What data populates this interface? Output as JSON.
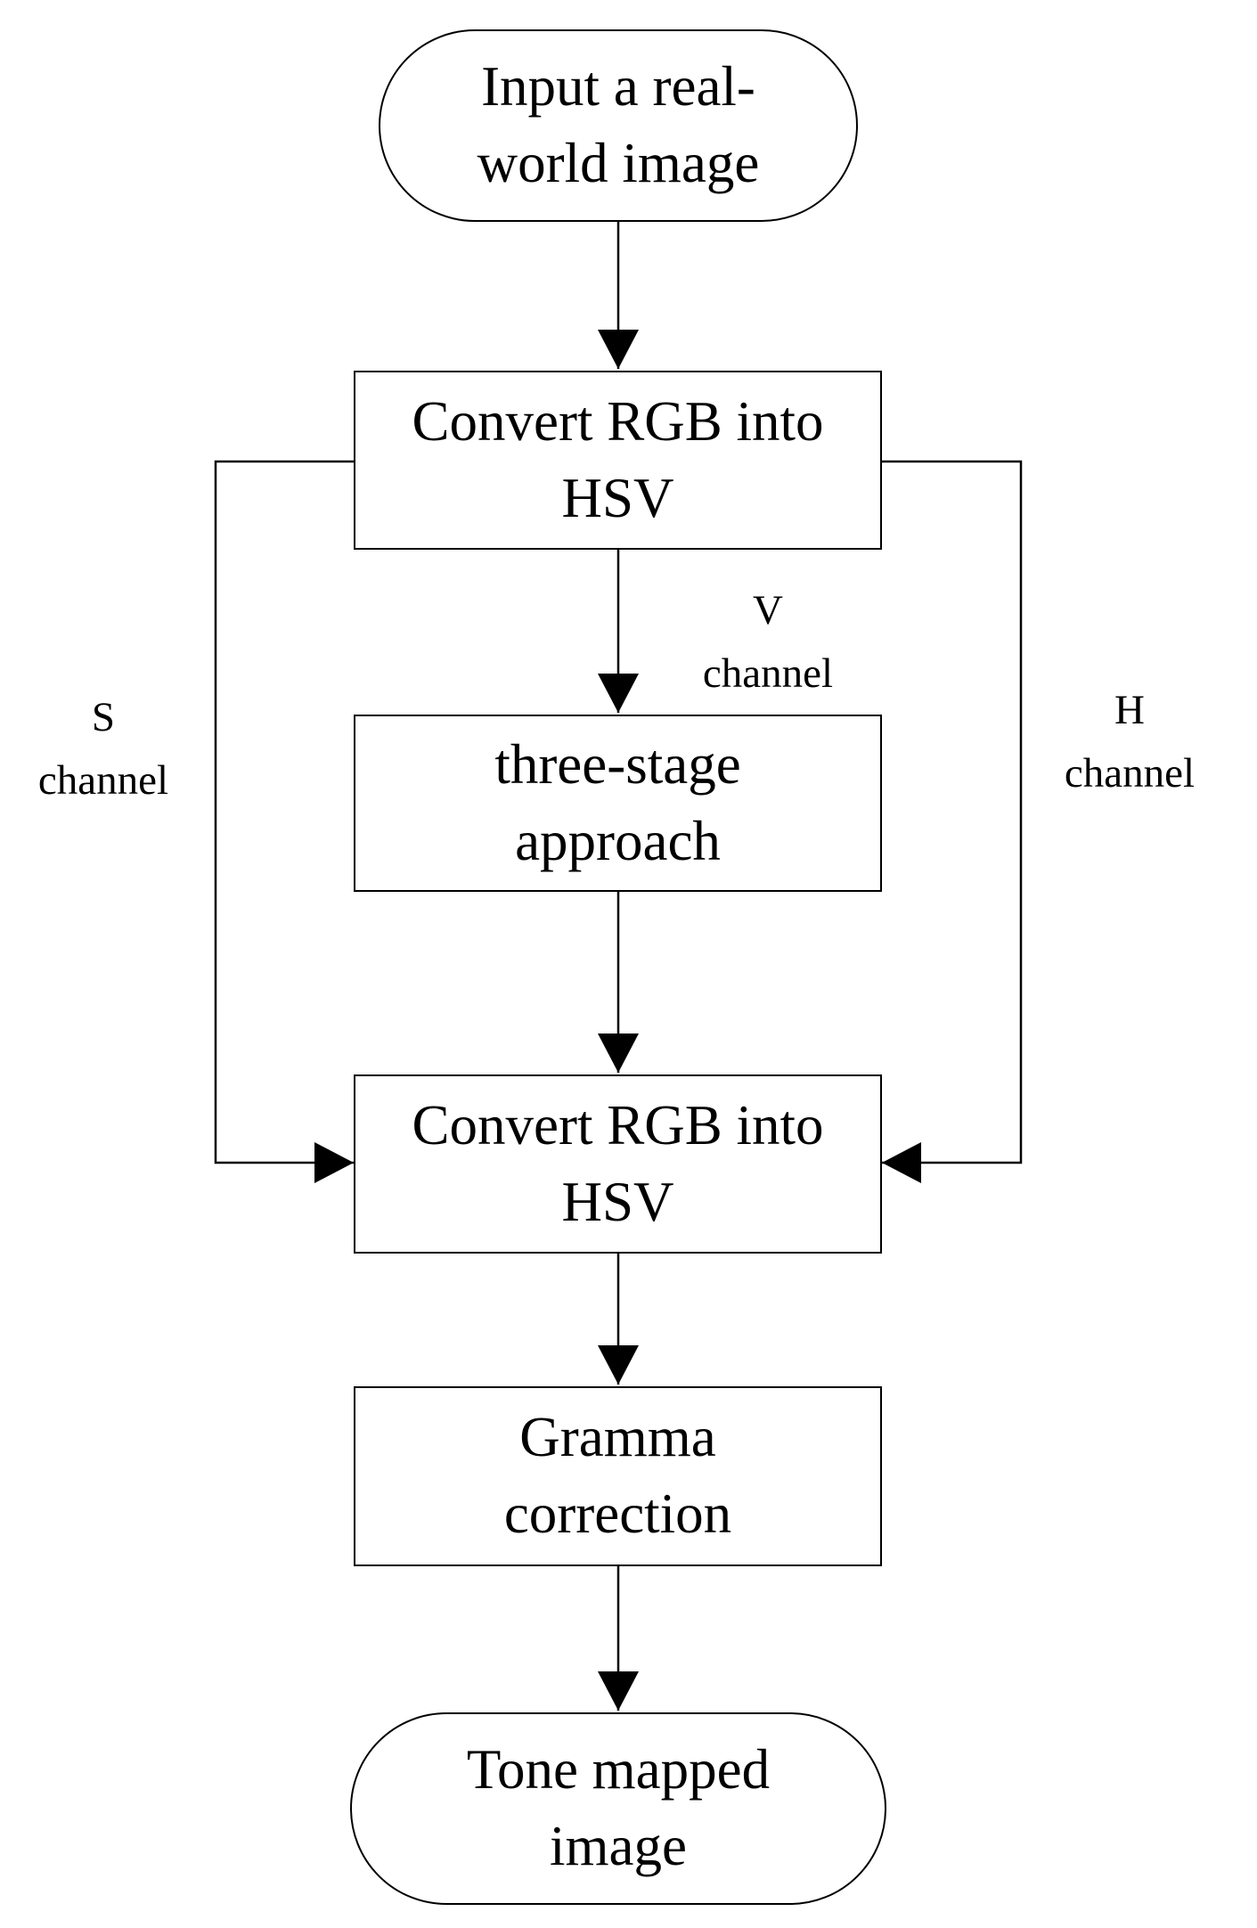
{
  "nodes": {
    "start": [
      "Input a real-",
      "world image"
    ],
    "convert_1": [
      "Convert RGB into",
      "HSV"
    ],
    "three_stage": [
      "three-stage",
      "approach"
    ],
    "convert_2": [
      "Convert RGB into",
      "HSV"
    ],
    "gamma": [
      "Gramma",
      "correction"
    ],
    "end": [
      "Tone mapped",
      "image"
    ]
  },
  "edge_labels": {
    "v_channel": [
      "V",
      "channel"
    ],
    "s_channel": [
      "S",
      "channel"
    ],
    "h_channel": [
      "H",
      "channel"
    ]
  },
  "colors": {
    "stroke": "#000000",
    "fill": "#ffffff"
  }
}
